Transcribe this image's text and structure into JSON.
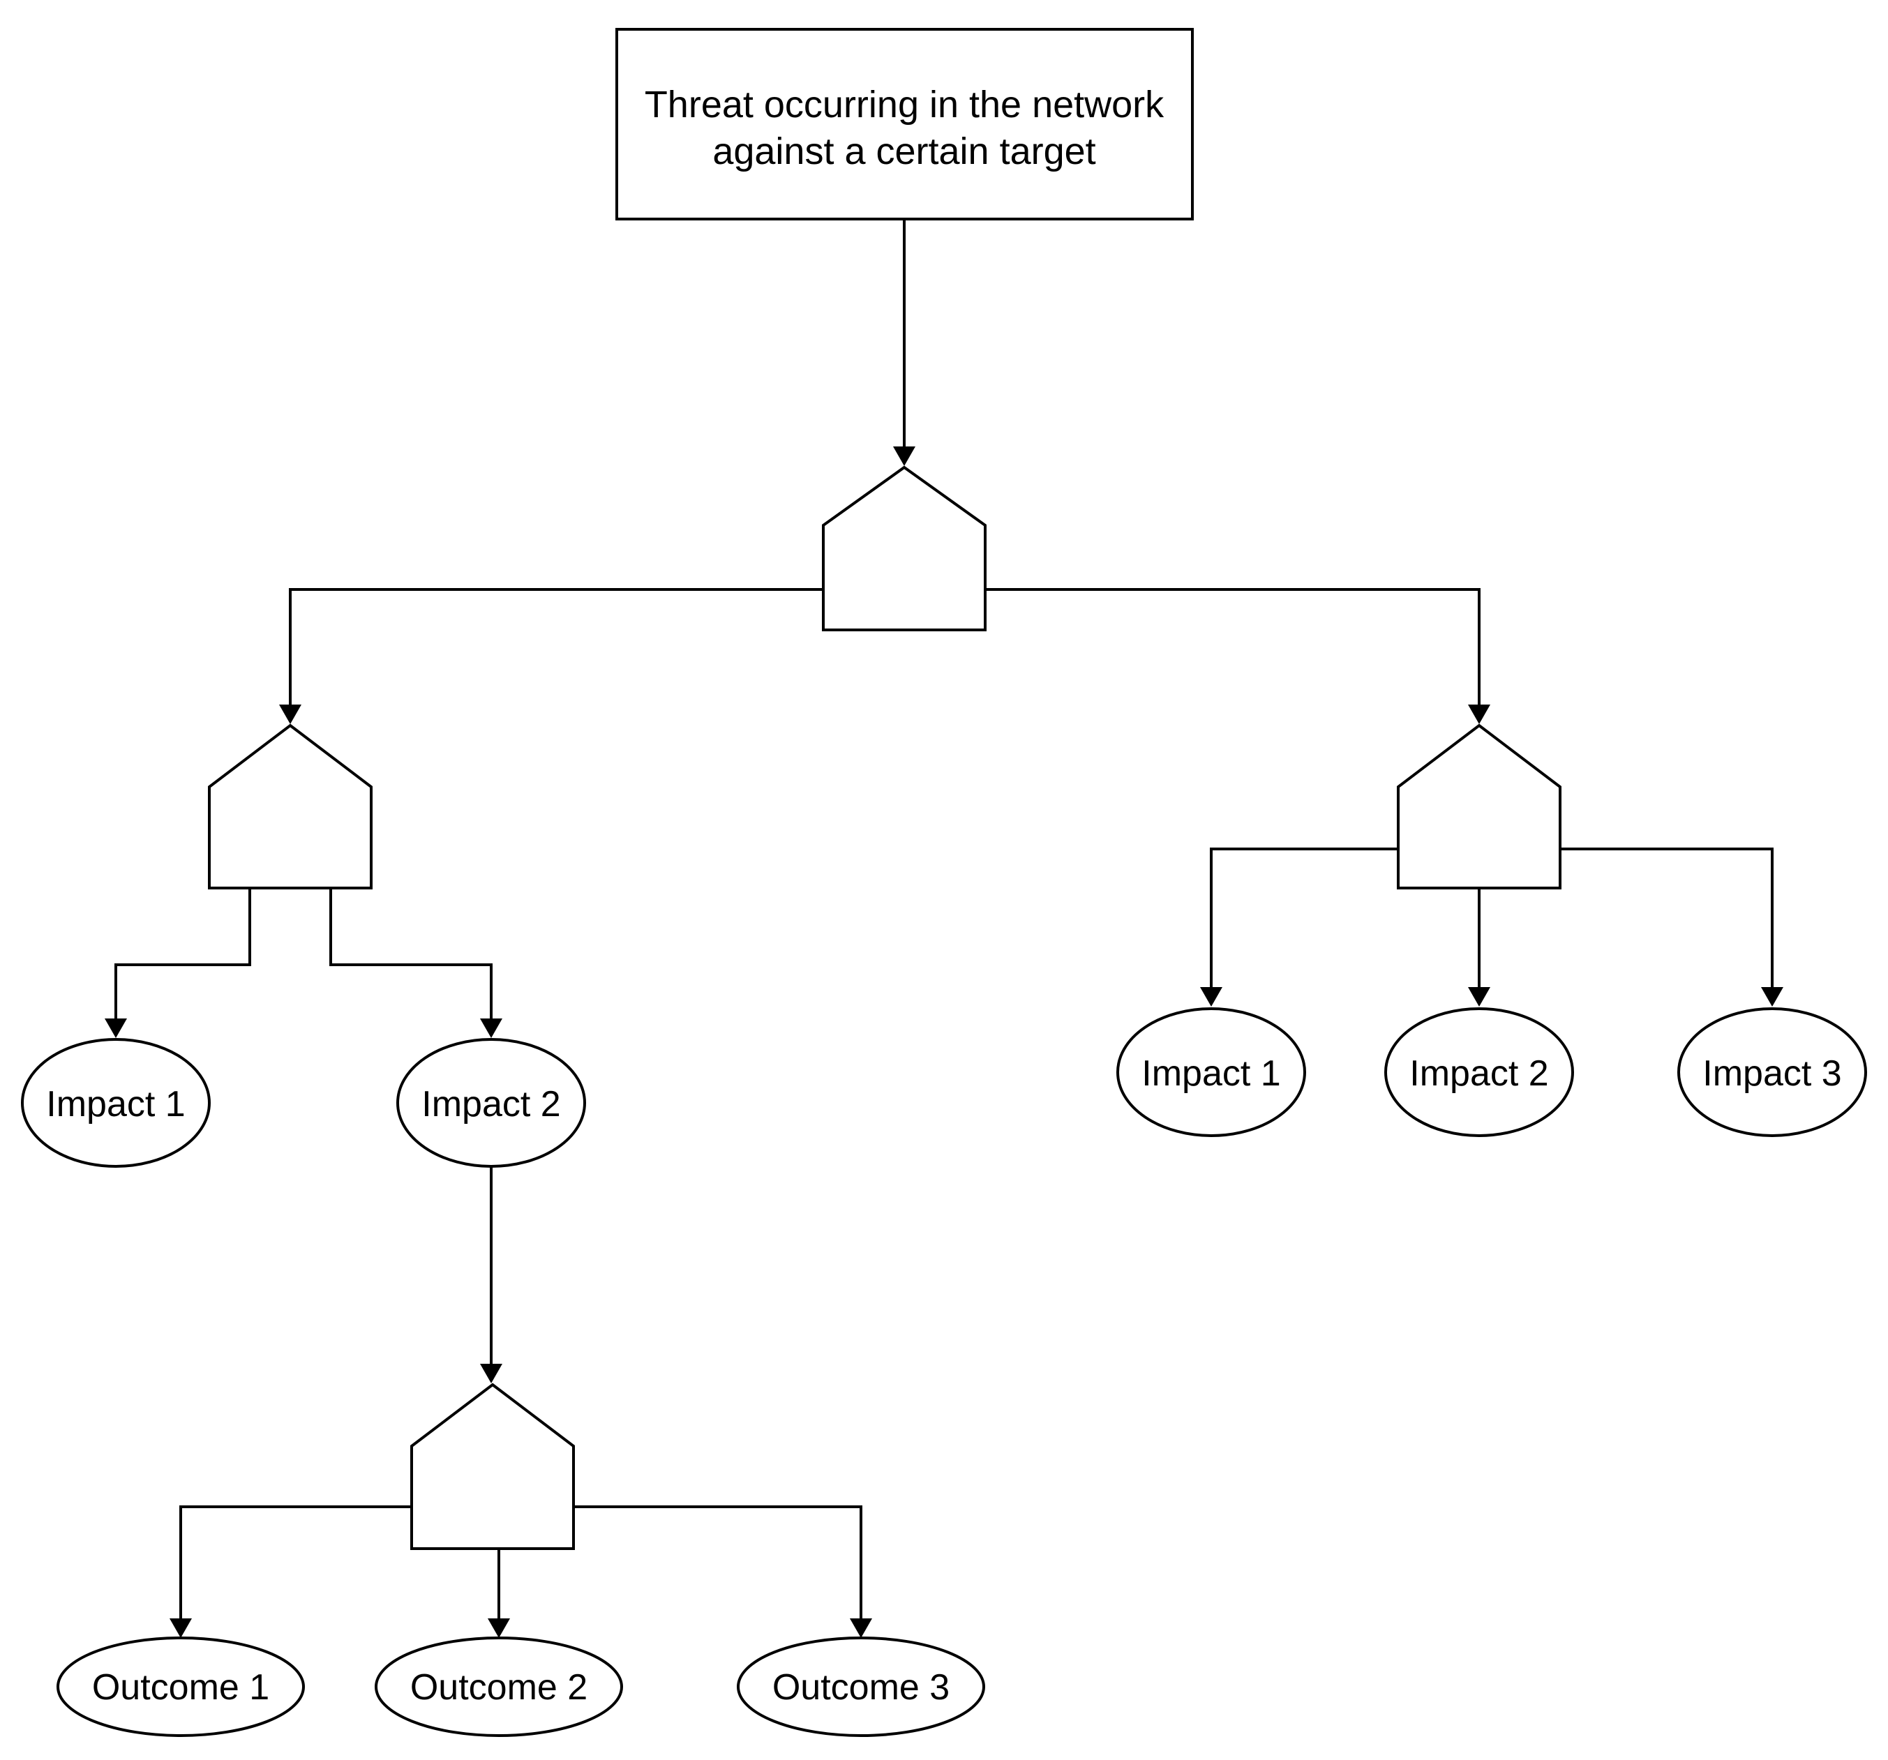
{
  "colors": {
    "background": "#ffffff",
    "stroke": "#000000",
    "text": "#000000"
  },
  "root": {
    "line1": "Threat occurring in the network",
    "line2": "against a certain target"
  },
  "left_branch": {
    "impacts": [
      {
        "label": "Impact 1"
      },
      {
        "label": "Impact 2"
      }
    ],
    "outcomes": [
      {
        "label": "Outcome 1"
      },
      {
        "label": "Outcome 2"
      },
      {
        "label": "Outcome 3"
      }
    ]
  },
  "right_branch": {
    "impacts": [
      {
        "label": "Impact 1"
      },
      {
        "label": "Impact 2"
      },
      {
        "label": "Impact 3"
      }
    ]
  }
}
